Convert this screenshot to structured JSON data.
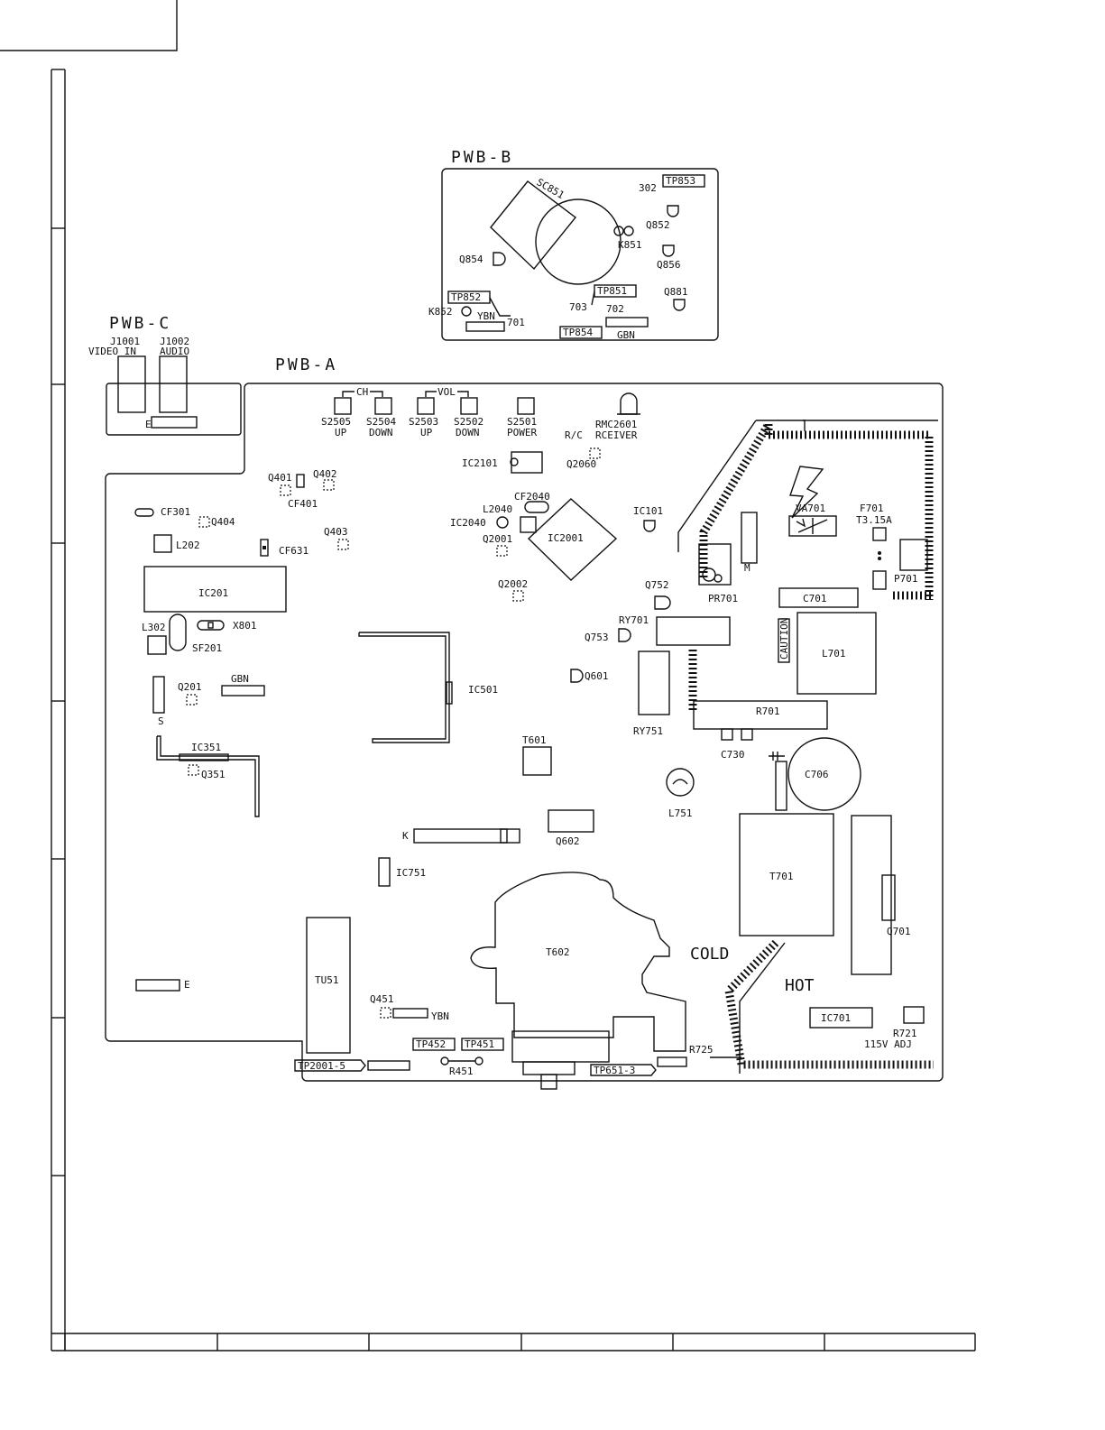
{
  "boards": {
    "pwb_a": "PWB-A",
    "pwb_b": "PWB-B",
    "pwb_c": "PWB-C"
  },
  "pwb_c": {
    "j1001": "J1001",
    "video_in": "VIDEO IN",
    "j1002": "J1002",
    "audio": "AUDIO",
    "e": "E"
  },
  "pwb_b": {
    "sc851": "SC851",
    "c302": "302",
    "tp853": "TP853",
    "q852": "Q852",
    "k851": "K851",
    "q854": "Q854",
    "q856": "Q856",
    "q881": "Q881",
    "tp852": "TP852",
    "tp851": "TP851",
    "k852": "K852",
    "ybn": "YBN",
    "w701": "701",
    "w703": "703",
    "w702": "702",
    "tp854": "TP854",
    "gbn": "GBN"
  },
  "switches": {
    "ch": "CH",
    "vol": "VOL",
    "s2505": "S2505",
    "up1": "UP",
    "s2504": "S2504",
    "down1": "DOWN",
    "s2503": "S2503",
    "up2": "UP",
    "s2502": "S2502",
    "down2": "DOWN",
    "s2501": "S2501",
    "power": "POWER",
    "rmc2601": "RMC2601",
    "rc": "R/C",
    "rceiver": "RCEIVER"
  },
  "parts": {
    "ic2101": "IC2101",
    "q2060": "Q2060",
    "q401": "Q401",
    "q402": "Q402",
    "cf401": "CF401",
    "cf301": "CF301",
    "q404": "Q404",
    "l202": "L202",
    "q403": "Q403",
    "cf631": "CF631",
    "ic201": "IC201",
    "l302": "L302",
    "x801": "X801",
    "sf201": "SF201",
    "q201": "Q201",
    "gbn": "GBN",
    "s": "S",
    "ic351": "IC351",
    "q351": "Q351",
    "cf2040": "CF2040",
    "l2040": "L2040",
    "ic2040": "IC2040",
    "q2001": "Q2001",
    "ic2001": "IC2001",
    "q2002": "Q2002",
    "ic501": "IC501",
    "ic101": "IC101",
    "q752": "Q752",
    "ry701": "RY701",
    "q753": "Q753",
    "q601": "Q601",
    "ry751": "RY751",
    "t601": "T601",
    "k": "K",
    "q602": "Q602",
    "ic751": "IC751",
    "l751": "L751",
    "va701": "VA701",
    "f701": "F701",
    "t315a": "T3.15A",
    "m": "M",
    "p701": "P701",
    "pr701": "PR701",
    "c701": "C701",
    "caution": "CAUTION",
    "l701": "L701",
    "r701": "R701",
    "c730": "C730",
    "c706": "C706",
    "t701": "T701",
    "q701": "Q701",
    "t602": "T602",
    "cold": "COLD",
    "hot": "HOT",
    "ic701": "IC701",
    "r721": "R721",
    "adj": "115V ADJ",
    "r725": "R725",
    "tu51": "TU51",
    "e": "E",
    "q451": "Q451",
    "ybn": "YBN",
    "tp452": "TP452",
    "tp451": "TP451",
    "r451": "R451",
    "tp2001_5": "TP2001-5",
    "tp651_3": "TP651-3"
  }
}
